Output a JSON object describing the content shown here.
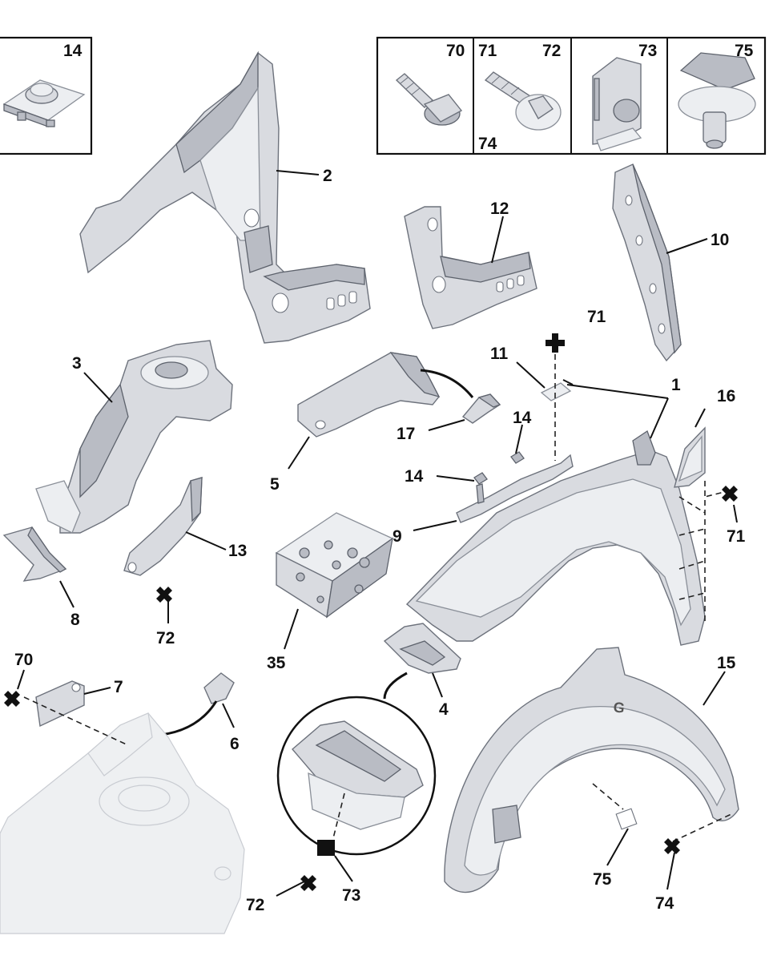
{
  "diagram": {
    "fastener_boxes": [
      {
        "numbers": [
          "14"
        ]
      },
      {
        "numbers": [
          "70"
        ]
      },
      {
        "numbers": [
          "71",
          "72",
          "74"
        ]
      },
      {
        "numbers": [
          "73"
        ]
      },
      {
        "numbers": [
          "75"
        ]
      }
    ],
    "callouts": {
      "c1": "1",
      "c2": "2",
      "c3": "3",
      "c4": "4",
      "c5": "5",
      "c6": "6",
      "c7": "7",
      "c8": "8",
      "c9": "9",
      "c10": "10",
      "c11": "11",
      "c12": "12",
      "c13": "13",
      "c14a": "14",
      "c14b": "14",
      "c15": "15",
      "c16": "16",
      "c17": "17",
      "c35": "35",
      "c70": "70",
      "c71a": "71",
      "c71b": "71",
      "c72a": "72",
      "c72b": "72",
      "c73": "73",
      "c74": "74",
      "c75": "75"
    },
    "liner_mark": "G"
  }
}
